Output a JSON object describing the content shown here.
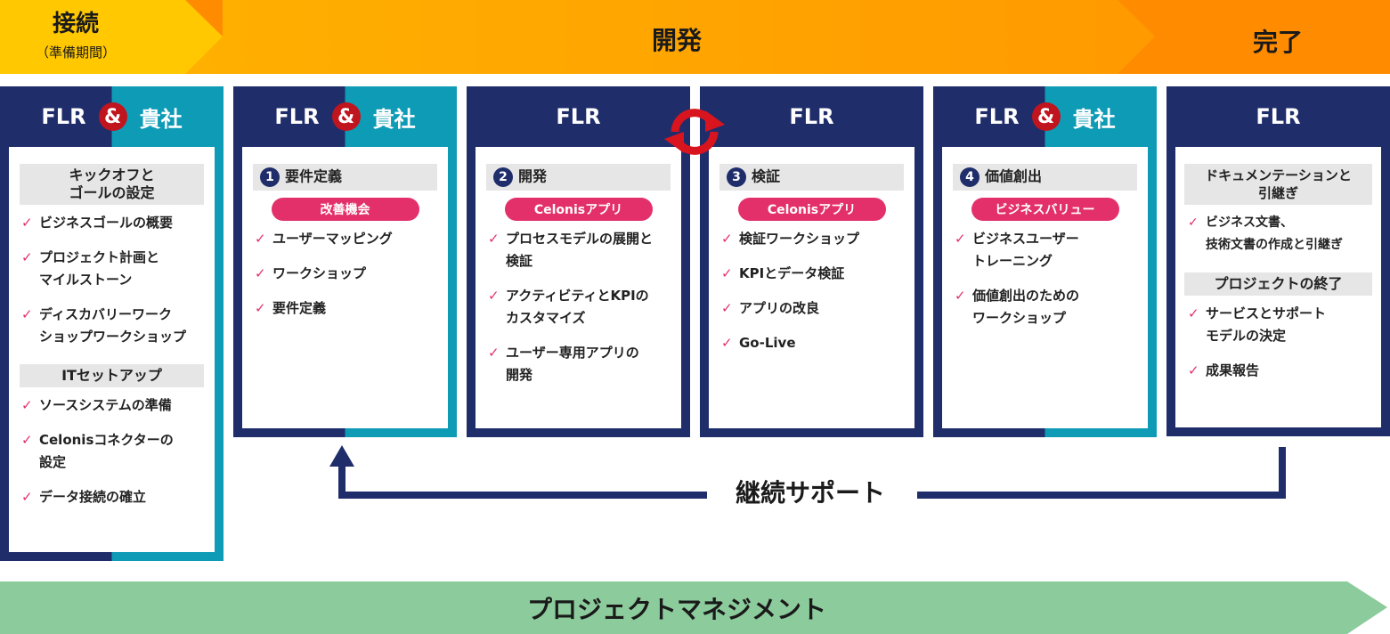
{
  "phases": {
    "connect": {
      "label": "接続",
      "sub": "（準備期間）"
    },
    "develop": {
      "label": "開発"
    },
    "complete": {
      "label": "完了"
    }
  },
  "columns": [
    {
      "head_left": "FLR",
      "amp": "&",
      "head_right": "貴社",
      "sections": [
        {
          "title": "キックオフと\nゴールの設定",
          "items": [
            "ビジネスゴールの概要",
            "プロジェクト計画と\nマイルストーン",
            "ディスカバリーワーク\nショップワークショップ"
          ]
        },
        {
          "title": "ITセットアップ",
          "items": [
            "ソースシステムの準備",
            "Celonisコネクターの\n設定",
            "データ接続の確立"
          ]
        }
      ]
    },
    {
      "head_left": "FLR",
      "amp": "&",
      "head_right": "貴社",
      "step": {
        "num": "1",
        "title": "要件定義",
        "pill": "改善機会",
        "items": [
          "ユーザーマッピング",
          "ワークショップ",
          "要件定義"
        ]
      }
    },
    {
      "head_left": "FLR",
      "step": {
        "num": "2",
        "title": "開発",
        "pill": "Celonisアプリ",
        "items": [
          "プロセスモデルの展開と\n検証",
          "アクティビティとKPIの\nカスタマイズ",
          "ユーザー専用アプリの\n開発"
        ]
      }
    },
    {
      "head_left": "FLR",
      "step": {
        "num": "3",
        "title": "検証",
        "pill": "Celonisアプリ",
        "items": [
          "検証ワークショップ",
          "KPIとデータ検証",
          "アプリの改良",
          "Go-Live"
        ]
      }
    },
    {
      "head_left": "FLR",
      "amp": "&",
      "head_right": "貴社",
      "step": {
        "num": "4",
        "title": "価値創出",
        "pill": "ビジネスバリュー",
        "items": [
          "ビジネスユーザー\nトレーニング",
          "価値創出のための\nワークショップ"
        ]
      }
    },
    {
      "head_left": "FLR",
      "sections": [
        {
          "title": "ドキュメンテーションと\n引継ぎ",
          "items": [
            "ビジネス文書、\n技術文書の作成と引継ぎ"
          ]
        },
        {
          "title": "プロジェクトの終了",
          "items": [
            "サービスとサポート\nモデルの決定",
            "成果報告"
          ]
        }
      ]
    }
  ],
  "support_label": "継続サポート",
  "pm_label": "プロジェクトマネジメント",
  "colors": {
    "navy": "#1f2d6b",
    "teal": "#0e9bb6",
    "pink": "#e3306b",
    "red": "#c0141e",
    "yellow": "#ffc800",
    "orange": "#ff9a00",
    "green": "#8ccc9c"
  }
}
